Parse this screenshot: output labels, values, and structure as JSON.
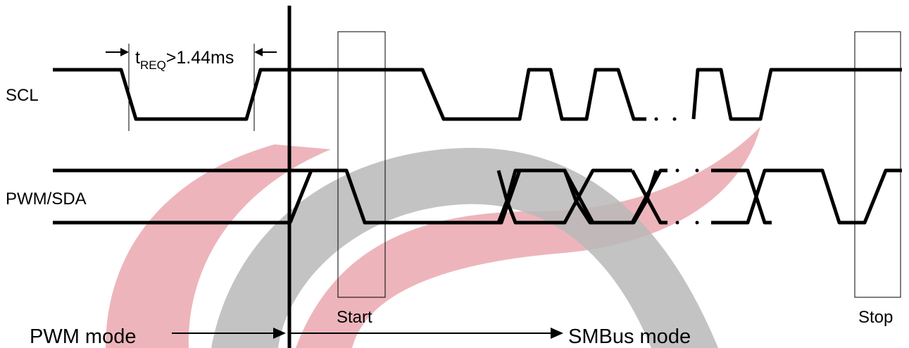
{
  "signals": {
    "scl_label": "SCL",
    "sda_label": "PWM/SDA"
  },
  "timing": {
    "t_symbol": "t",
    "t_subscript": "REQ",
    "t_condition": ">1.44ms"
  },
  "markers": {
    "start_label": "Start",
    "stop_label": "Stop"
  },
  "modes": {
    "pwm_mode_label": "PWM mode",
    "smbus_mode_label": "SMBus mode"
  },
  "watermark": {
    "red": "#e8a3aa",
    "gray": "#b9b9b9"
  }
}
